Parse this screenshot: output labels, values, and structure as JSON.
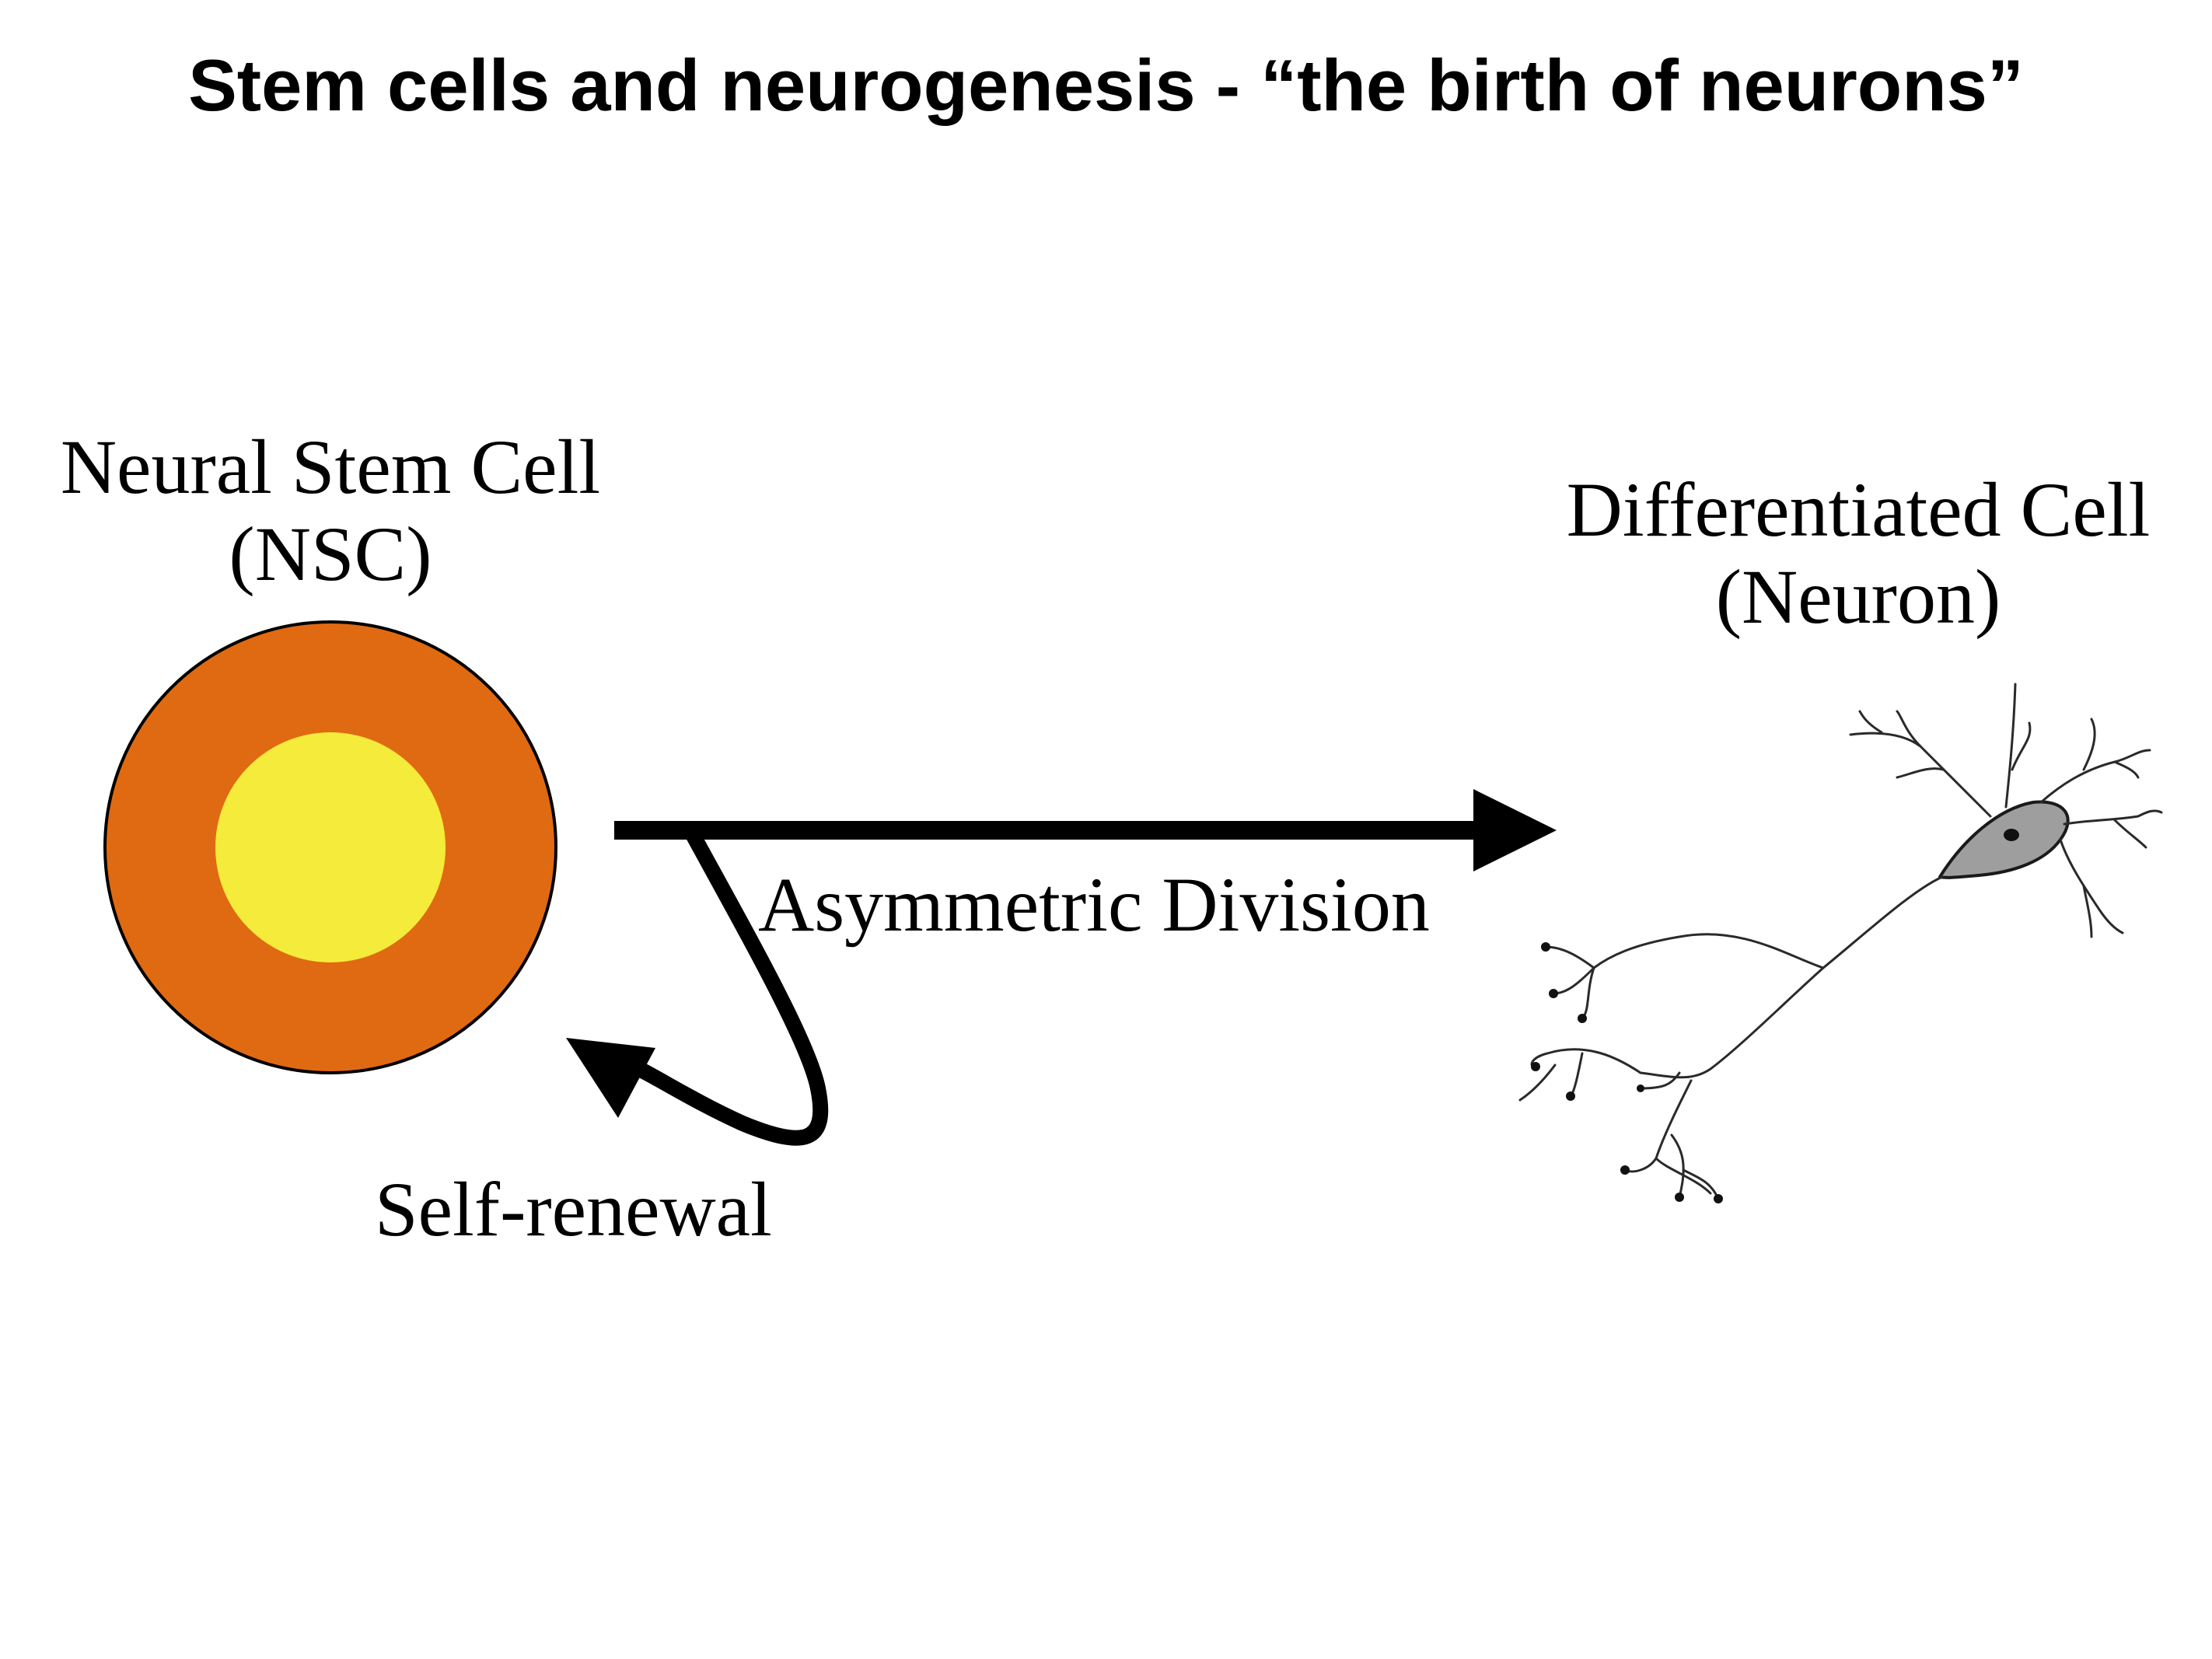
{
  "title": "Stem cells and neurogenesis - “the birth of neurons”",
  "stem_cell": {
    "label_line1": "Neural Stem Cell",
    "label_line2": "(NSC)",
    "outer_color": "#E06A12",
    "inner_color": "#F4EB3A"
  },
  "neuron": {
    "label_line1": "Differentiated Cell",
    "label_line2": "(Neuron)",
    "soma_color": "#9E9E9E"
  },
  "arrows": {
    "division_label": "Asymmetric Division",
    "renewal_label": "Self-renewal"
  }
}
